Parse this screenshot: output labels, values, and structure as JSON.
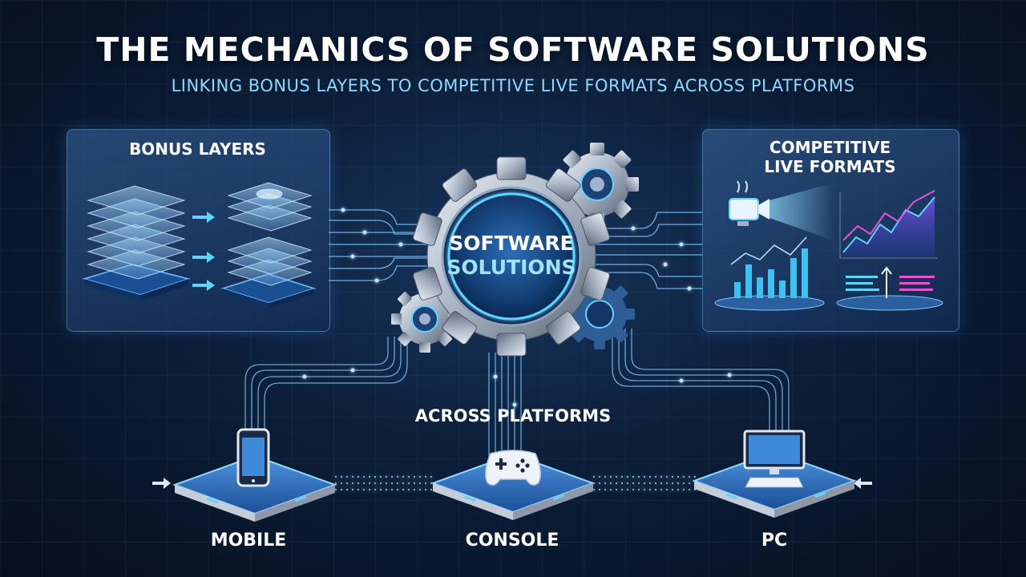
{
  "header": {
    "title": "THE MECHANICS OF SOFTWARE SOLUTIONS",
    "subtitle": "LINKING BONUS LAYERS TO COMPETITIVE LIVE FORMATS ACROSS PLATFORMS"
  },
  "panels": {
    "bonus_layers": {
      "title": "BONUS LAYERS"
    },
    "competitive_live_formats": {
      "title_line1": "COMPETITIVE",
      "title_line2": "LIVE FORMATS"
    }
  },
  "center": {
    "line1": "SOFTWARE",
    "line2": "SOLUTIONS"
  },
  "platforms": {
    "heading": "ACROSS PLATFORMS",
    "items": [
      {
        "label": "MOBILE",
        "icon": "smartphone-icon"
      },
      {
        "label": "CONSOLE",
        "icon": "gamepad-icon"
      },
      {
        "label": "PC",
        "icon": "desktop-computer-icon"
      }
    ]
  },
  "colors": {
    "accent_cyan": "#5fd4ff",
    "accent_magenta": "#e055d6",
    "subtitle": "#8fd8ff",
    "background": "#0c1e38"
  }
}
